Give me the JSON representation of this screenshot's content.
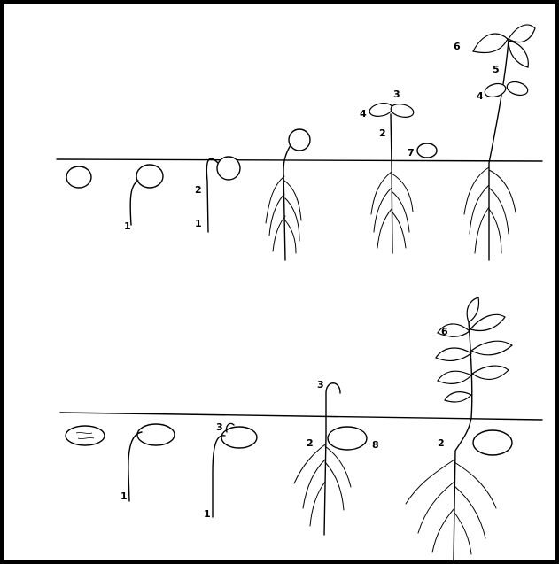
{
  "labels": {
    "top": {
      "s2_radicle": "1",
      "s3_radicle": "1",
      "s3_hypocotyl": "2",
      "s5_hypocotyl": "2",
      "s5_epicotyl": "3",
      "s5_leaf": "4",
      "s5_cotyledon": "7",
      "s6_leaf": "4",
      "s6_stem": "5",
      "s6_top": "6"
    },
    "bottom": {
      "s2_radicle": "1",
      "s3_epicotyl": "3",
      "s3_radicle": "1",
      "s4_epicotyl": "3",
      "s4_hypocotyl": "2",
      "s4_cotyledon": "8",
      "s5_leaves": "6",
      "s5_hypocotyl": "2"
    }
  }
}
